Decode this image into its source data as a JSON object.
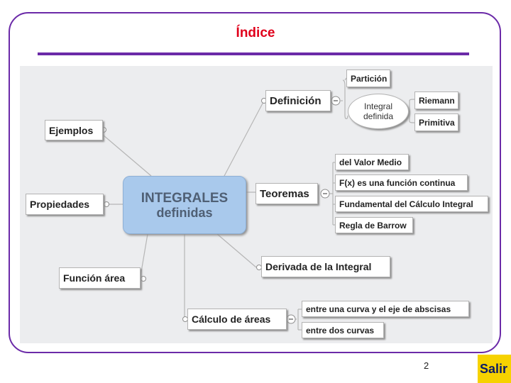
{
  "slide": {
    "title": "Índice",
    "page_number": "2",
    "exit_button": "Salir"
  },
  "mindmap": {
    "central": {
      "line1": "INTEGRALES",
      "line2": "definidas"
    },
    "definicion": {
      "label": "Definición",
      "particion": "Partición",
      "integral_definida": {
        "line1": "Integral",
        "line2": "definida"
      },
      "riemann": "Riemann",
      "primitiva": "Primitiva"
    },
    "ejemplos": "Ejemplos",
    "propiedades": "Propiedades",
    "funcion_area": "Función área",
    "teoremas": {
      "label": "Teoremas",
      "items": [
        "del Valor Medio",
        "F(x) es una función continua",
        "Fundamental del Cálculo Integral",
        "Regla de Barrow"
      ]
    },
    "derivada": "Derivada de la Integral",
    "calculo_areas": {
      "label": "Cálculo de áreas",
      "items": [
        "entre una curva y el eje de abscisas",
        "entre dos curvas"
      ]
    }
  }
}
